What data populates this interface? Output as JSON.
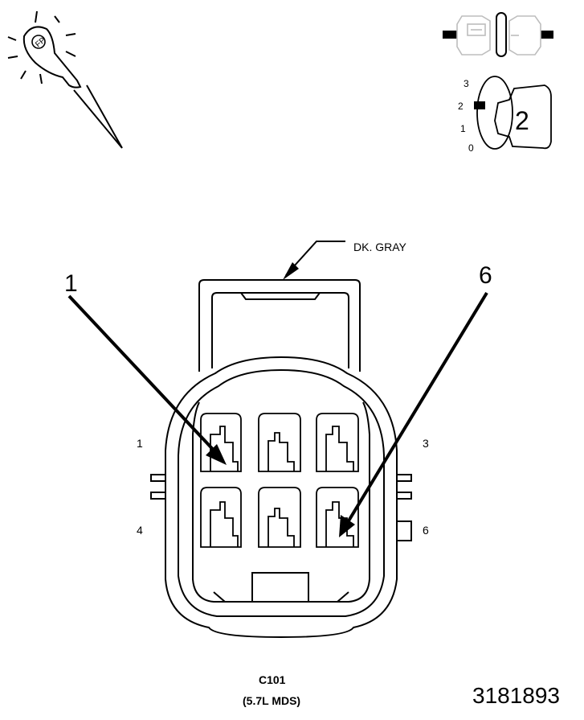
{
  "colors": {
    "line": "#000000",
    "muted": "#bdbdbd",
    "background": "#ffffff"
  },
  "icons": {
    "probe": "test-probe-icon",
    "connector": "disconnect-connector-icon",
    "ignition": "ignition-key-icon"
  },
  "ignition": {
    "positions": [
      "3",
      "2",
      "1",
      "0"
    ],
    "selected": "2"
  },
  "wire_color_label": "DK. GRAY",
  "callouts": {
    "left": "1",
    "right": "6"
  },
  "cavity_labels": {
    "left_top": "1",
    "left_bottom": "4",
    "right_top": "3",
    "right_bottom": "6"
  },
  "connector": {
    "name": "C101",
    "variant": "(5.7L MDS)"
  },
  "figure_id": "3181893"
}
